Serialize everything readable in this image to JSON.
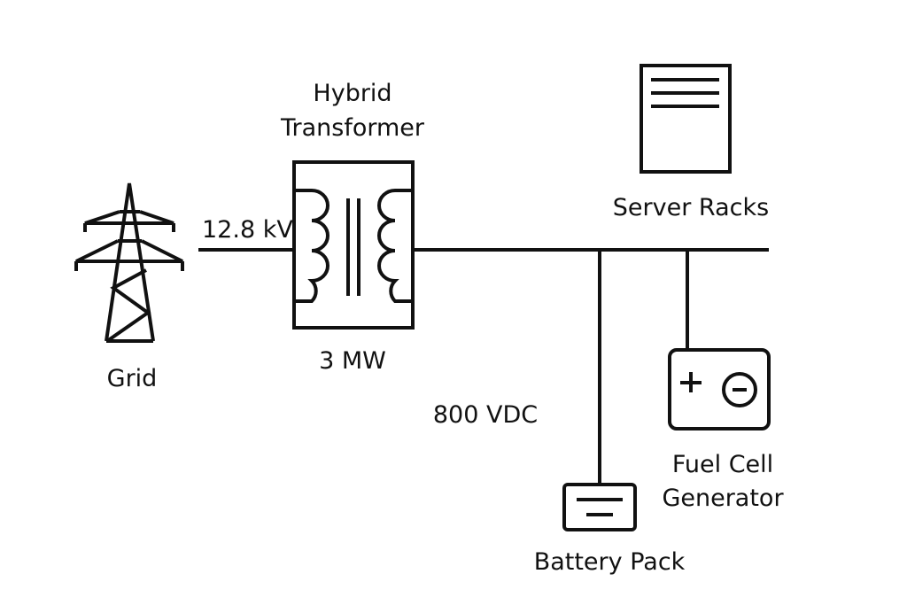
{
  "diagram": {
    "type": "power-distribution-single-line",
    "colors": {
      "stroke": "#111111",
      "background": "#ffffff"
    },
    "nodes": {
      "grid": {
        "label": "Grid",
        "icon": "transmission-tower-icon"
      },
      "transformer": {
        "label_line1": "Hybrid",
        "label_line2": "Transformer",
        "rating": "3 MW",
        "icon": "transformer-icon"
      },
      "server_racks": {
        "label": "Server Racks",
        "icon": "server-rack-icon"
      },
      "fuel_cell": {
        "label_line1": "Fuel Cell",
        "label_line2": "Generator",
        "icon": "fuel-cell-icon",
        "plus": "+",
        "minus": "−"
      },
      "battery": {
        "label": "Battery Pack",
        "icon": "battery-icon"
      }
    },
    "edges": {
      "grid_to_transformer": {
        "label": "12.8 kV"
      },
      "dc_bus": {
        "label": "800 VDC"
      }
    }
  }
}
